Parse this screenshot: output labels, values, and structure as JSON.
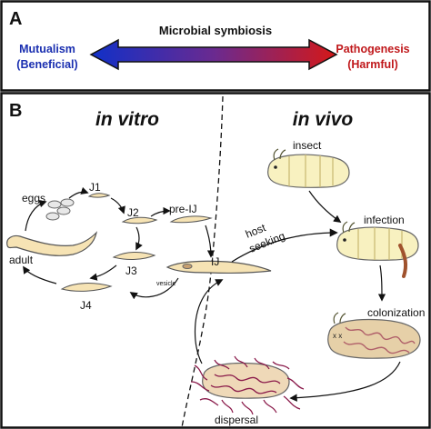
{
  "panel_a": {
    "letter": "A",
    "center_label": "Microbial symbiosis",
    "left_title": "Mutualism",
    "left_sub": "(Beneficial)",
    "right_title": "Pathogenesis",
    "right_sub": "(Harmful)",
    "colors": {
      "mutualism": "#1a2fb0",
      "pathogenesis": "#c0181b"
    }
  },
  "panel_b": {
    "letter": "B",
    "in_vitro": "in vitro",
    "in_vivo": "in vivo",
    "stages": {
      "eggs": "eggs",
      "j1": "J1",
      "j2": "J2",
      "pre_ij": "pre-IJ",
      "j3": "J3",
      "j4": "J4",
      "adult": "adult",
      "ij": "IJ",
      "vesicle": "vesicle"
    },
    "host_seeking": [
      "host",
      "seeking"
    ],
    "insect": "insect",
    "infection": "infection",
    "colonization": "colonization",
    "dispersal": "dispersal",
    "colors": {
      "worm": "#f6e3b4",
      "larva": "#f8f1c0",
      "bacteria": "#8a1a4a",
      "bacteria_cadaver": "#b0606a"
    }
  }
}
